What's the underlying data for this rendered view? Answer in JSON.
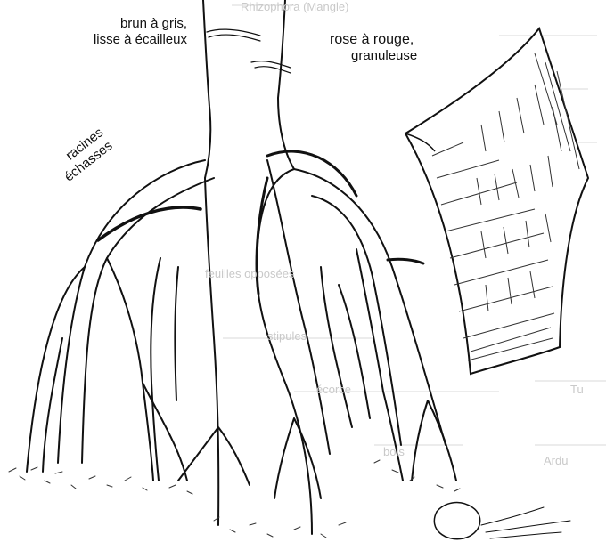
{
  "labels": {
    "trunk_bark_line1": "brun à gris,",
    "trunk_bark_line2": "lisse à écailleux",
    "inner_bark_line1": "rose à rouge,",
    "inner_bark_line2": "granuleuse",
    "roots_line1": "racines",
    "roots_line2": "échasses"
  },
  "background_text": {
    "top_heading": "Rhizophora (Mangle)",
    "bg_1": "feuilles opposées",
    "bg_2": "stipules",
    "bg_3": "écorce",
    "bg_4": "bois",
    "bg_5": "Ardu",
    "bg_6": "Tu"
  },
  "colors": {
    "ink": "#111111",
    "ghost_text": "#c9c9c9",
    "background": "#ffffff"
  }
}
